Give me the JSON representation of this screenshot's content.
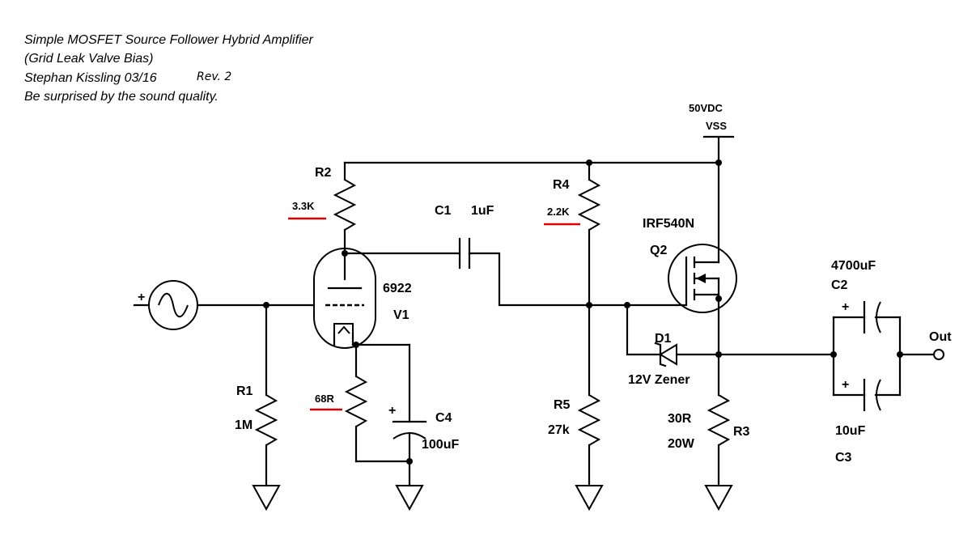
{
  "notes": {
    "line1": "Simple MOSFET Source Follower Hybrid Amplifier",
    "line2": "(Grid Leak Valve Bias)",
    "line3": "Stephan Kissling 03/16",
    "rev": "Rev. 2",
    "line4": "Be surprised by the sound quality."
  },
  "supply": {
    "voltage": "50VDC",
    "net": "VSS"
  },
  "components": {
    "r1": {
      "ref": "R1",
      "value": "1M"
    },
    "r2": {
      "ref": "R2",
      "value": "3.3K"
    },
    "r3": {
      "ref": "R3",
      "value": "30R",
      "power": "20W"
    },
    "r4": {
      "ref": "R4",
      "value": "2.2K"
    },
    "r5": {
      "ref": "R5",
      "value": "27k"
    },
    "rk": {
      "value": "68R"
    },
    "c1": {
      "ref": "C1",
      "value": "1uF"
    },
    "c2": {
      "ref": "C2",
      "value": "4700uF"
    },
    "c3": {
      "ref": "C3",
      "value": "10uF"
    },
    "c4": {
      "ref": "C4",
      "value": "100uF"
    },
    "d1": {
      "ref": "D1",
      "value": "12V Zener"
    },
    "q2": {
      "ref": "Q2",
      "part": "IRF540N"
    },
    "v1": {
      "ref": "V1",
      "part": "6922"
    },
    "output": {
      "label": "Out"
    },
    "source_plus": "+",
    "cap_plus": "+"
  },
  "colors": {
    "ink": "#000000",
    "highlight": "#e00000",
    "background": "#ffffff"
  }
}
